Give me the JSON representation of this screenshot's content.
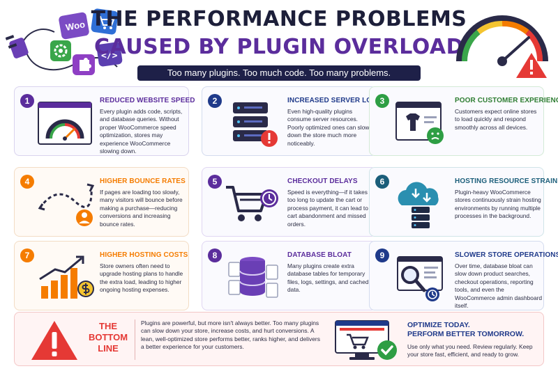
{
  "header": {
    "title_line1": "THE PERFORMANCE PROBLEMS",
    "title_line2": "CAUSED BY PLUGIN OVERLOAD",
    "tagline": "Too many plugins. Too much code. Too many problems.",
    "woo_label": "Woo",
    "code_label": "</>"
  },
  "colors": {
    "navy": "#1e2048",
    "purple": "#5b2d9c",
    "red": "#e53935",
    "orange": "#f57c00",
    "green": "#2e9e44",
    "blue": "#1f3a8a"
  },
  "cards": [
    {
      "num": "1",
      "title": "REDUCED WEBSITE SPEED",
      "body": "Every plugin adds code, scripts, and database queries. Without proper WooCommerce speed optimization, stores may experience WooCommerce slowing down.",
      "icon": "speedometer-icon"
    },
    {
      "num": "2",
      "title": "INCREASED SERVER LOAD",
      "body": "Even high-quality plugins consume server resources. Poorly optimized ones can slow down the store much more noticeably.",
      "icon": "server-icon"
    },
    {
      "num": "3",
      "title": "POOR CUSTOMER EXPERIENCE",
      "body": "Customers expect online stores to load quickly and respond smoothly across all devices.",
      "icon": "sad-face-icon"
    },
    {
      "num": "4",
      "title": "HIGHER BOUNCE RATES",
      "body": "If pages are loading too slowly, many visitors will bounce before making a purchase—reducing conversions and increasing bounce rates.",
      "icon": "bounce-arrow-icon"
    },
    {
      "num": "5",
      "title": "CHECKOUT DELAYS",
      "body": "Speed is everything—if it takes too long to update the cart or process payment, it can lead to cart abandonment and missed orders.",
      "icon": "cart-clock-icon"
    },
    {
      "num": "6",
      "title": "HOSTING RESOURCE STRAIN",
      "body": "Plugin-heavy WooCommerce stores continuously strain hosting environments by running multiple processes in the background.",
      "icon": "cloud-server-icon"
    },
    {
      "num": "7",
      "title": "HIGHER HOSTING COSTS",
      "body": "Store owners often need to upgrade hosting plans to handle the extra load, leading to higher ongoing hosting expenses.",
      "icon": "rising-cost-icon"
    },
    {
      "num": "8",
      "title": "DATABASE BLOAT",
      "body": "Many plugins create extra database tables for temporary files, logs, settings, and cached data.",
      "icon": "database-icon"
    },
    {
      "num": "9",
      "title": "SLOWER STORE OPERATIONS",
      "body": "Over time, database bloat can slow down product searches, checkout operations, reporting tools, and even the WooCommerce admin dashboard itself.",
      "icon": "magnifier-icon"
    }
  ],
  "bottom": {
    "title": "THE BOTTOM LINE",
    "title_line1": "THE",
    "title_line2": "BOTTOM",
    "title_line3": "LINE",
    "body": "Plugins are powerful, but more isn't always better. Too many plugins can slow down your store, increase costs, and hurt conversions. A lean, well-optimized store performs better, ranks higher, and delivers a better experience for your customers.",
    "cta_title_line1": "OPTIMIZE TODAY.",
    "cta_title_line2": "PERFORM BETTER TOMORROW.",
    "cta_body": "Use only what you need. Review regularly. Keep your store fast, efficient, and ready to grow."
  }
}
